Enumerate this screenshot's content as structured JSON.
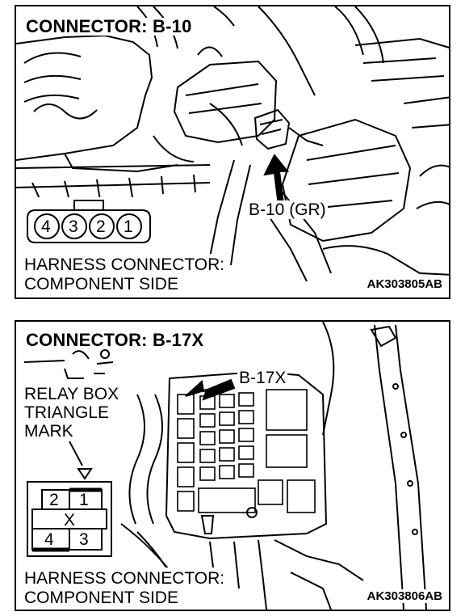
{
  "panel_1": {
    "title": "CONNECTOR: B-10",
    "callout": "B-10 (GR)",
    "pins": [
      "4",
      "3",
      "2",
      "1"
    ],
    "side_label_line1": "HARNESS CONNECTOR:",
    "side_label_line2": "COMPONENT SIDE",
    "figure_code": "AK303805AB"
  },
  "panel_2": {
    "title": "CONNECTOR: B-17X",
    "callout": "B-17X",
    "relay_label_line1": "RELAY BOX",
    "relay_label_line2": "TRIANGLE",
    "relay_label_line3": "MARK",
    "pins": {
      "top_left": "2",
      "top_right": "1",
      "middle": "X",
      "bottom_left": "4",
      "bottom_right": "3"
    },
    "side_label_line1": "HARNESS CONNECTOR:",
    "side_label_line2": "COMPONENT SIDE",
    "figure_code": "AK303806AB"
  },
  "colors": {
    "line": "#000000",
    "background": "#ffffff"
  }
}
